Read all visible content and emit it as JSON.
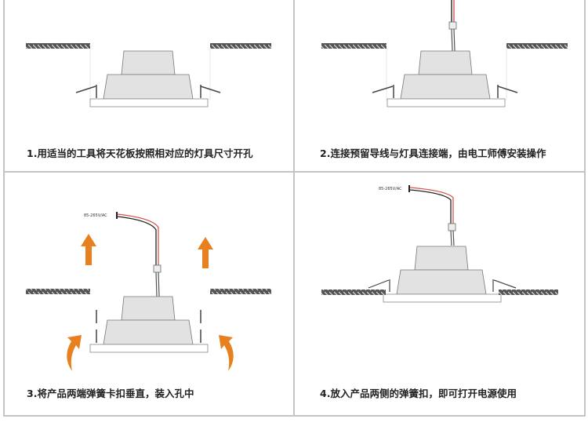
{
  "steps": [
    {
      "caption": "1.用适当的工具将天花板按照相对应的灯具尺寸开孔"
    },
    {
      "caption": "2.连接预留导线与灯具连接端，由电工师傅安装操作"
    },
    {
      "caption": "3.将产品两端弹簧卡扣垂直，装入孔中",
      "voltage_label": "85-265V/AC"
    },
    {
      "caption": "4.放入产品两侧的弹簧扣，即可打开电源使用",
      "voltage_label": "85-265V/AC"
    }
  ],
  "colors": {
    "arrow": "#e8801f",
    "wire_red": "#d9534f",
    "hatch": "#555555",
    "lamp": "#e2e2e2",
    "border": "#c4c4c4"
  }
}
